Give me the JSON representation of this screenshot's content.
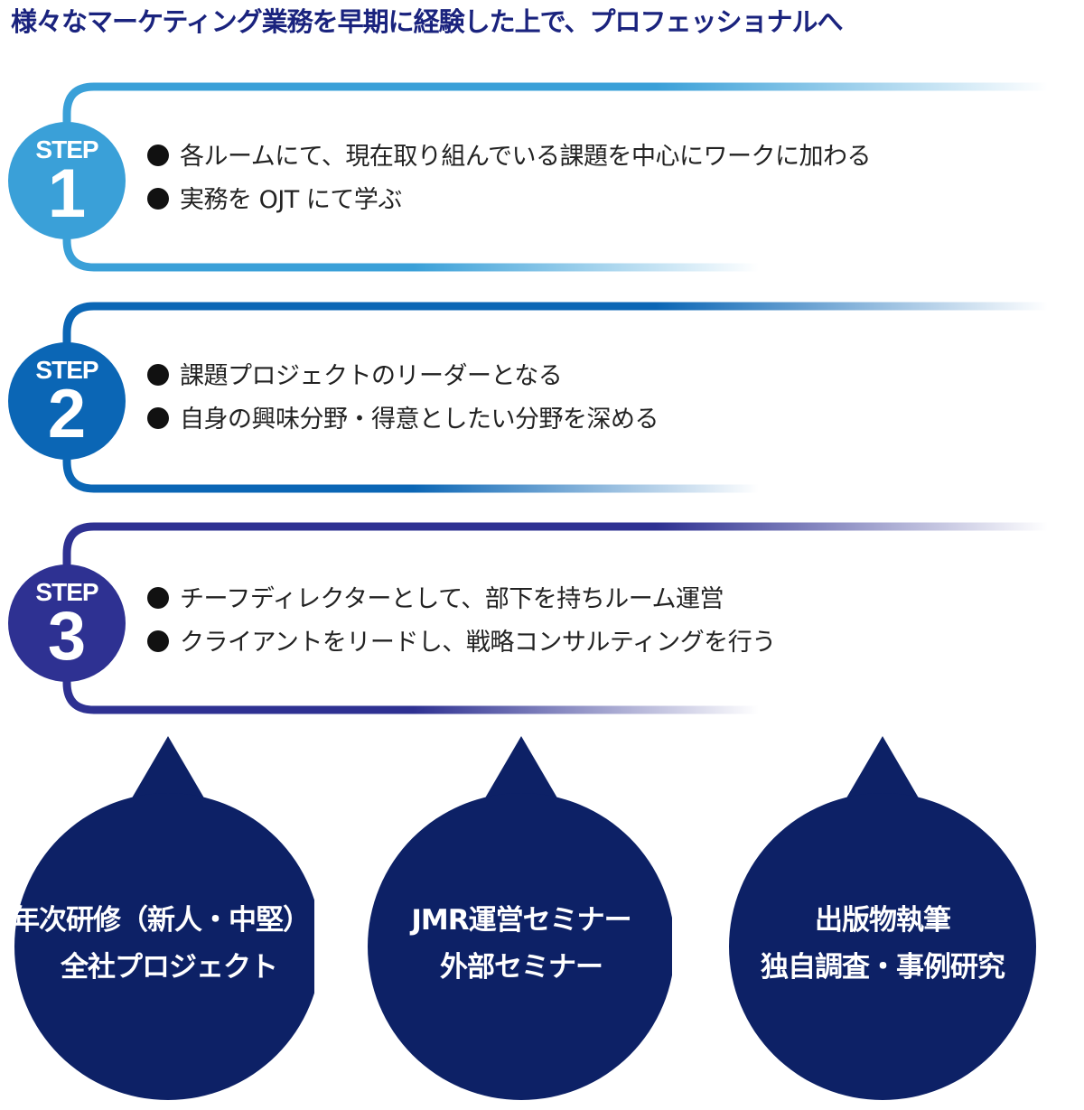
{
  "title": "様々なマーケティング業務を早期に経験した上で、プロフェッショナルへ",
  "steps": [
    {
      "label": "STEP",
      "number": "1",
      "color": "#3aa0d8",
      "lines": [
        "各ルームにて、現在取り組んでいる課題を中心にワークに加わる",
        "実務を OJT にて学ぶ"
      ]
    },
    {
      "label": "STEP",
      "number": "2",
      "color": "#0b66b5",
      "lines": [
        "課題プロジェクトのリーダーとなる",
        "自身の興味分野・得意としたい分野を深める"
      ]
    },
    {
      "label": "STEP",
      "number": "3",
      "color": "#2e3192",
      "lines": [
        "チーフディレクターとして、部下を持ちルーム運営",
        "クライアントをリードし、戦略コンサルティングを行う"
      ]
    }
  ],
  "bubble_color": "#0d2166",
  "bubbles": [
    {
      "lines": [
        "年次研修（新人・中堅）",
        "全社プロジェクト"
      ]
    },
    {
      "lines": [
        "JMR運営セミナー",
        "外部セミナー"
      ]
    },
    {
      "lines": [
        "出版物執筆",
        "独自調査・事例研究"
      ]
    }
  ]
}
